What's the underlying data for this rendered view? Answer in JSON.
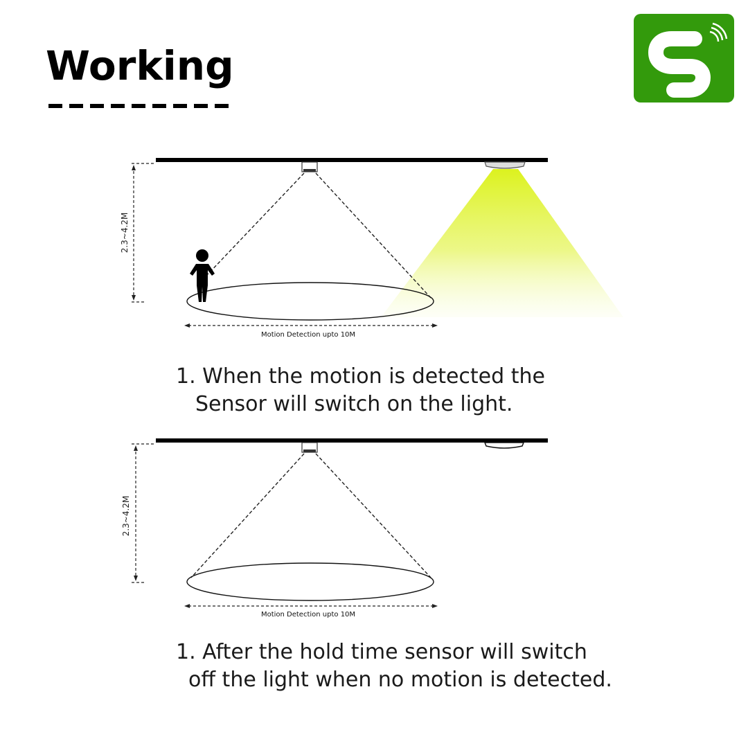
{
  "header": {
    "title": "Working"
  },
  "logo": {
    "icon": "s-signal-logo-icon",
    "background_color": "#339a0c",
    "foreground_color": "#ffffff"
  },
  "diagrams": [
    {
      "state": "light-on",
      "height_label": "2.3~4.2M",
      "range_label": "Motion Detection upto 10M",
      "light_color": "#e2f52a",
      "person_present": true,
      "caption": {
        "line1": "1. When the motion is detected the",
        "line2": "Sensor will switch on the light."
      }
    },
    {
      "state": "light-off",
      "height_label": "2.3~4.2M",
      "range_label": "Motion Detection upto 10M",
      "person_present": false,
      "caption": {
        "line1": "1. After the hold time sensor will switch",
        "line2": "off the light when no motion is detected."
      }
    }
  ]
}
